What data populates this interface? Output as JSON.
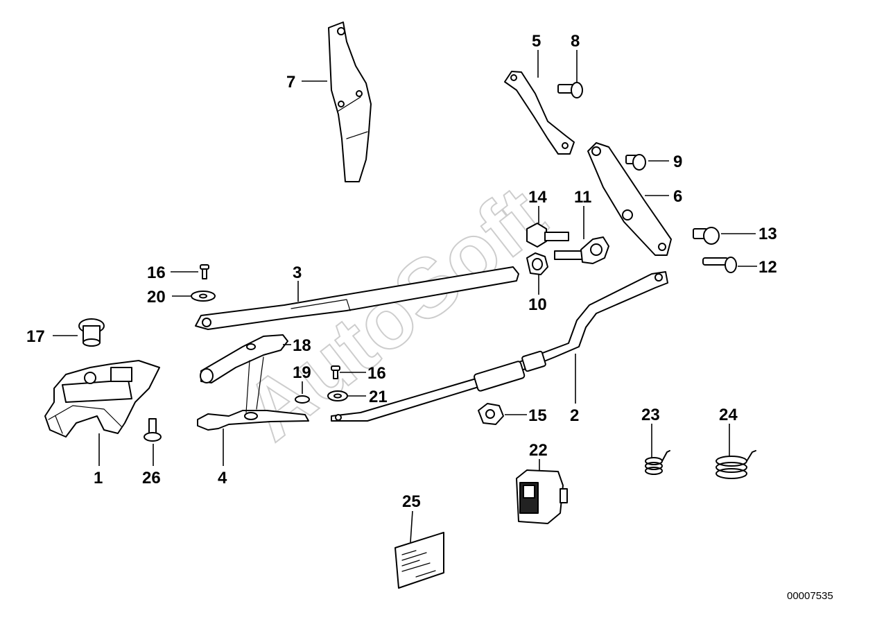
{
  "diagram": {
    "id_label": "00007535",
    "watermark": "AutoSoft",
    "callouts": [
      "1",
      "2",
      "3",
      "4",
      "5",
      "6",
      "7",
      "8",
      "9",
      "10",
      "11",
      "12",
      "13",
      "14",
      "15",
      "16",
      "16",
      "17",
      "18",
      "19",
      "20",
      "21",
      "22",
      "23",
      "24",
      "25",
      "26"
    ]
  }
}
